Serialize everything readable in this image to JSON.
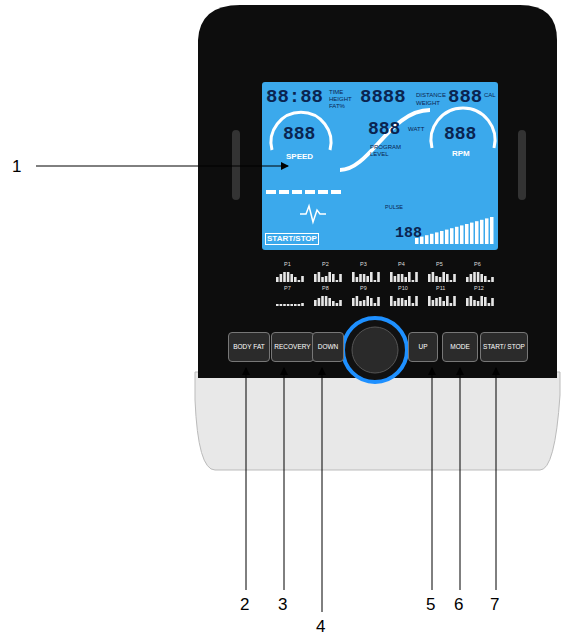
{
  "diagram": {
    "nodes": [
      {
        "text": [
          "BODY FAT"
        ]
      },
      {
        "text": [
          "RECOVERY"
        ]
      },
      {
        "text": [
          "DOWN"
        ]
      },
      {
        "text": [
          "UP"
        ]
      },
      {
        "text": [
          "MODE"
        ]
      },
      {
        "text": [
          "START/ STOP"
        ]
      }
    ],
    "labels": [
      "1",
      "2",
      "3",
      "4",
      "5",
      "6",
      "7",
      "88:88",
      "TIME",
      "HEIGHT",
      "FAT%",
      "8888",
      "DISTANCE",
      "WEIGHT",
      "888",
      "CAL",
      "888",
      "SPEED",
      "888",
      "PROGRAM",
      "LEVEL",
      "WATT",
      "888",
      "RPM",
      "START/STOP",
      "PULSE",
      "188",
      "P1",
      "P2",
      "P3",
      "P4",
      "P5",
      "P6",
      "P7",
      "P8",
      "P9",
      "P10",
      "P11",
      "P12"
    ]
  }
}
